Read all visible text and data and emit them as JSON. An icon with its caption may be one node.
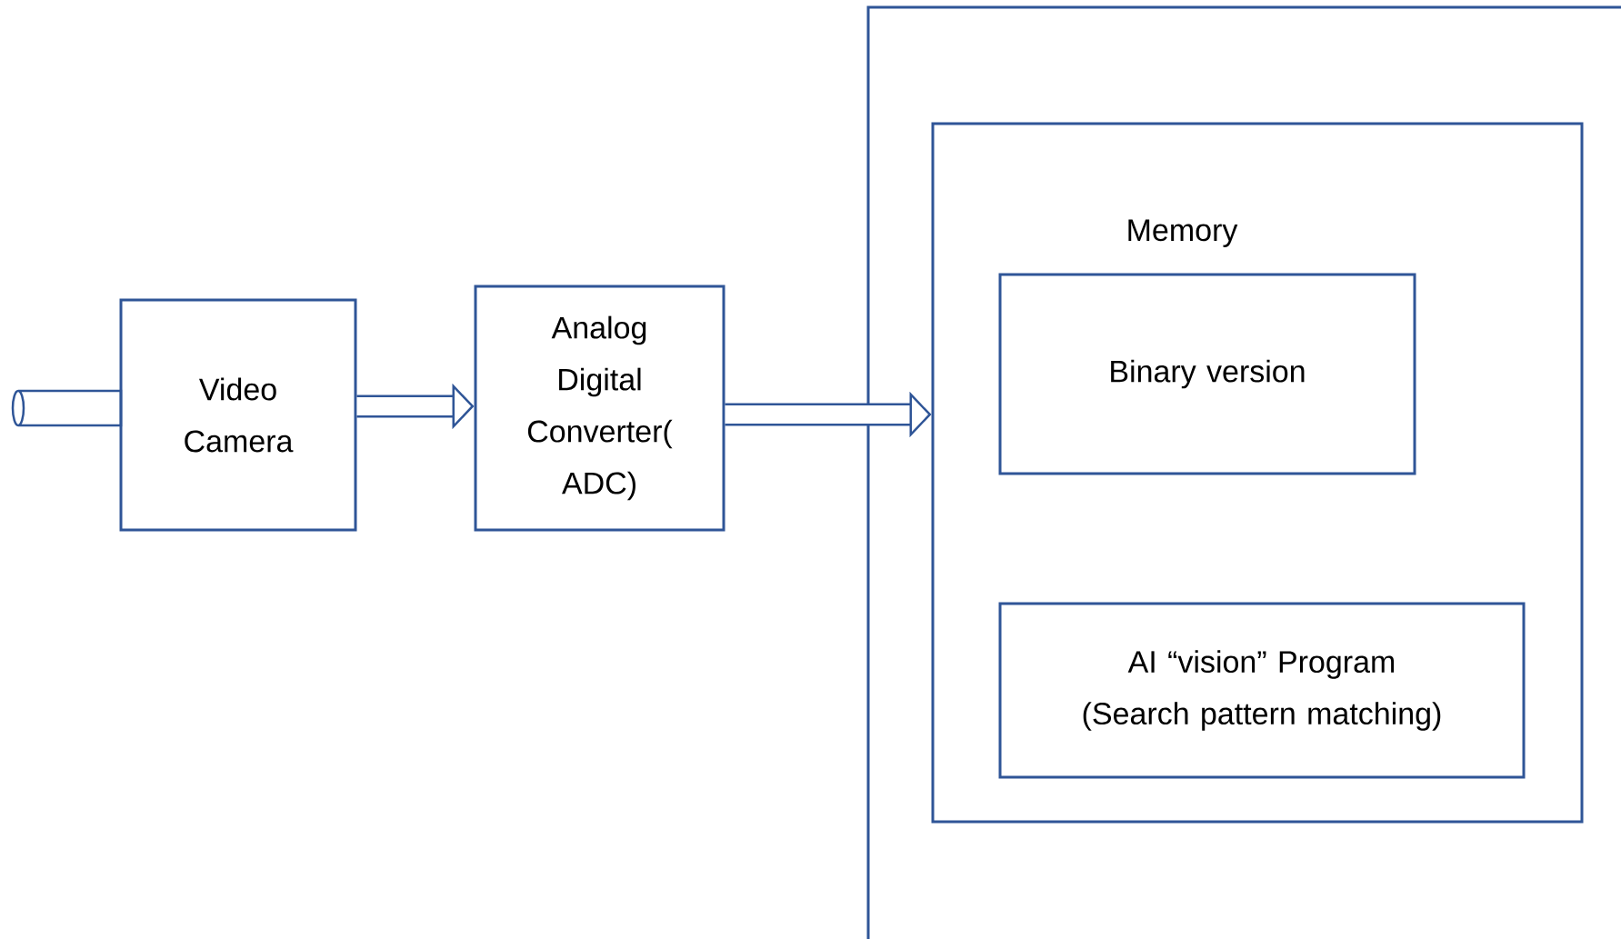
{
  "diagram": {
    "nodes": [
      {
        "text": [
          "Video Camera"
        ]
      },
      {
        "text": [
          "Analog Digital Converter( ADC)"
        ]
      },
      {
        "text": [],
        "shape": "box"
      },
      {
        "text": [
          "Memory"
        ],
        "in": 2
      },
      {
        "text": [
          "Binary version"
        ],
        "in": 3
      },
      {
        "text": [
          "AI “vision” Program (Search pattern matching)"
        ],
        "in": 3
      }
    ],
    "edges": [
      {
        "from": 0,
        "to": 1,
        "arrow": "to"
      },
      {
        "from": 1,
        "to": 3,
        "arrow": "to"
      }
    ]
  }
}
